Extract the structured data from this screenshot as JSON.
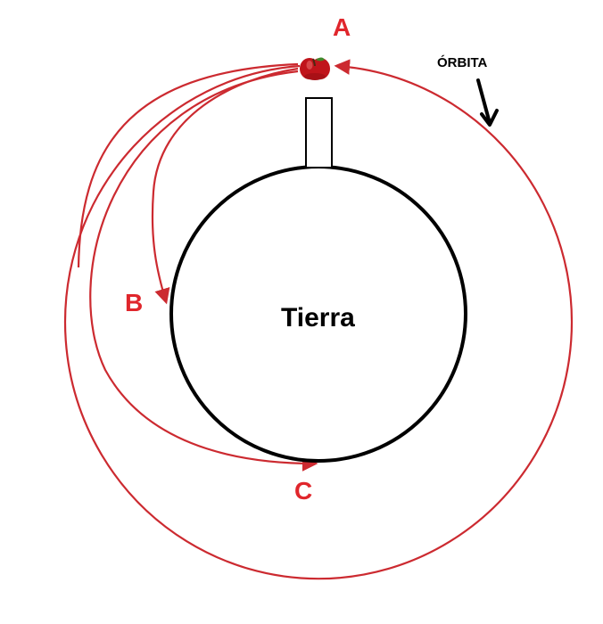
{
  "labels": {
    "point_a": "A",
    "point_b": "B",
    "point_c": "C",
    "earth": "Tierra",
    "orbit": "ÓRBITA"
  },
  "colors": {
    "trajectory": "#cc2a30",
    "label_red": "#e0262c",
    "earth_outline": "#000000",
    "apple_red": "#c0141b",
    "apple_dark": "#7a0a0e",
    "stem": "#4a2a12",
    "leaf": "#3f8a2c"
  },
  "icons": {
    "apple": "apple-icon",
    "orbit_pointer": "arrow-down-icon"
  }
}
